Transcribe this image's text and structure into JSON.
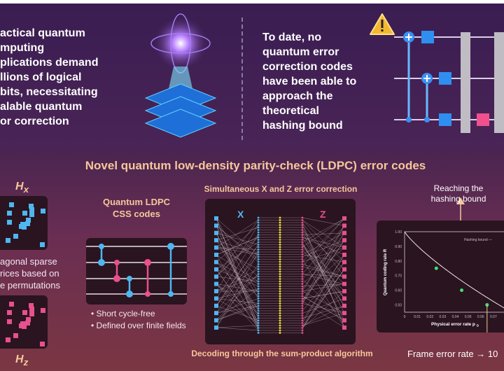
{
  "top": {
    "left_text": [
      "actical quantum",
      "mputing",
      "plications demand",
      "llions of logical",
      "bits, necessitating",
      "alable quantum",
      "or correction"
    ],
    "right_text": [
      "To date, no",
      "quantum error",
      "correction codes",
      "have been able to",
      "approach the",
      "theoretical",
      "hashing bound"
    ],
    "warning_icon": "warning-triangle-icon"
  },
  "title": "Novel quantum low-density parity-check (LDPC) error codes",
  "left": {
    "hx_label": "H",
    "hx_sub": "x",
    "hz_label": "H",
    "hz_sub": "z",
    "caption": [
      "agonal sparse",
      "rices based on",
      "e permutations"
    ]
  },
  "ldpc": {
    "title": [
      "Quantum LDPC",
      "CSS codes"
    ],
    "bullets": [
      "Short cycle-free",
      "Defined over finite fields"
    ]
  },
  "decoder": {
    "header": "Simultaneous X and Z error correction",
    "x_label": "X",
    "z_label": "Z",
    "footer": "Decoding through the sum-product algorithm"
  },
  "right": {
    "reaching": [
      "Reaching the",
      "hashing bound"
    ],
    "frame_error": "Frame error rate → 10"
  },
  "colors": {
    "blue": "#4fb6f0",
    "pink": "#e8508e",
    "yellow": "#f2e03a",
    "green": "#3fe070",
    "peach": "#f6c79a"
  },
  "chart_data": {
    "type": "scatter",
    "xlabel": "Physical error rate p",
    "xlabel_sub": "D",
    "ylabel": "Quantum coding rate R",
    "xlim": [
      0,
      0.08
    ],
    "ylim": [
      0.45,
      1.0
    ],
    "xticks": [
      "0",
      "0.01",
      "0.02",
      "0.03",
      "0.04",
      "0.05",
      "0.06",
      "0.07"
    ],
    "yticks": [
      "1.00",
      "0.90",
      "0.80",
      "0.70",
      "0.60",
      "0.50"
    ],
    "points": [
      {
        "x": 0.025,
        "y": 0.75
      },
      {
        "x": 0.045,
        "y": 0.6
      },
      {
        "x": 0.065,
        "y": 0.5
      }
    ],
    "curve_label": "Hashing bound"
  }
}
